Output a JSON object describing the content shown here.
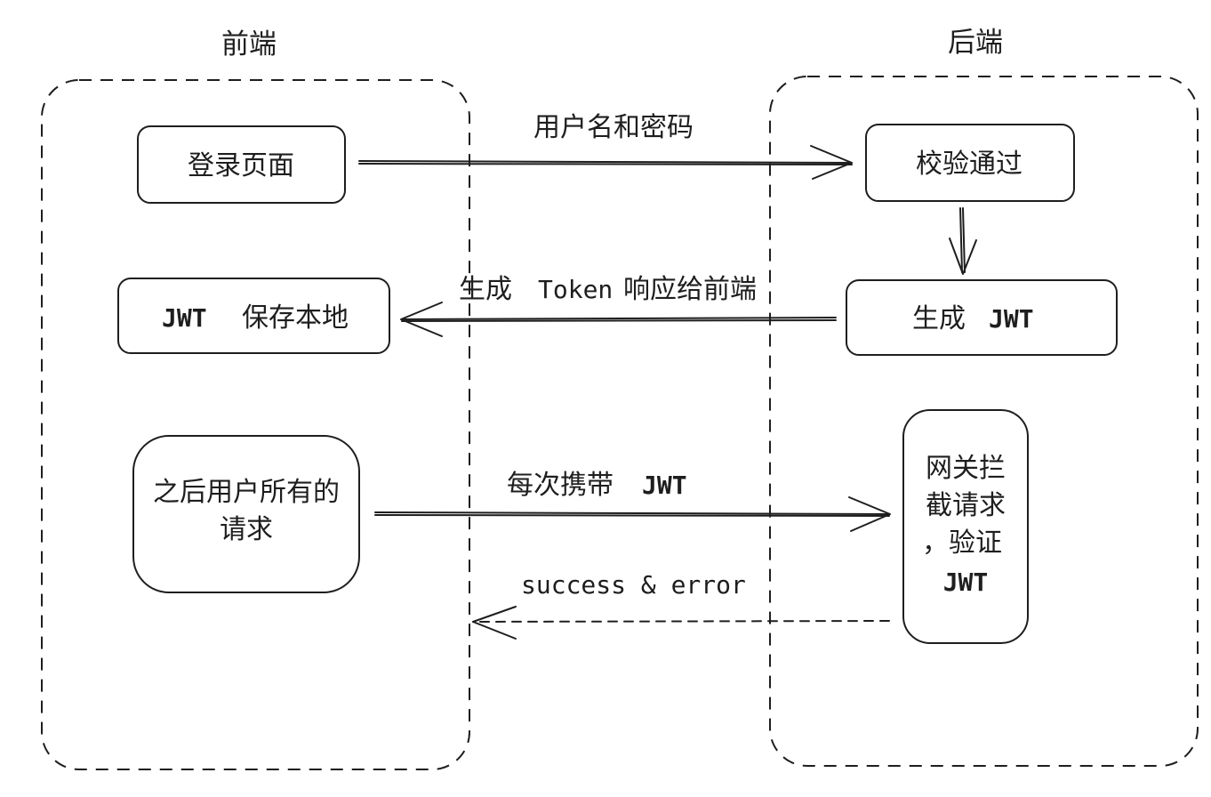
{
  "zones": {
    "frontend": {
      "title": "前端"
    },
    "backend": {
      "title": "后端"
    }
  },
  "nodes": {
    "login_page": "登录页面",
    "verify_pass": "校验通过",
    "save_jwt_prefix": "JWT",
    "save_jwt_suffix": "保存本地",
    "gen_jwt_prefix": "生成",
    "gen_jwt_suffix": "JWT",
    "all_requests_line1": "之后用户所有的",
    "all_requests_line2": "请求",
    "gateway_line1": "网关拦",
    "gateway_line2": "截请求",
    "gateway_line3": "，验证",
    "gateway_line4": "JWT"
  },
  "edges": {
    "credentials": "用户名和密码",
    "token_response_prefix": "生成",
    "token_response_token": "Token",
    "token_response_suffix": "响应给前端",
    "carry_jwt_prefix": "每次携带",
    "carry_jwt_suffix": "JWT",
    "result": "success & error"
  }
}
